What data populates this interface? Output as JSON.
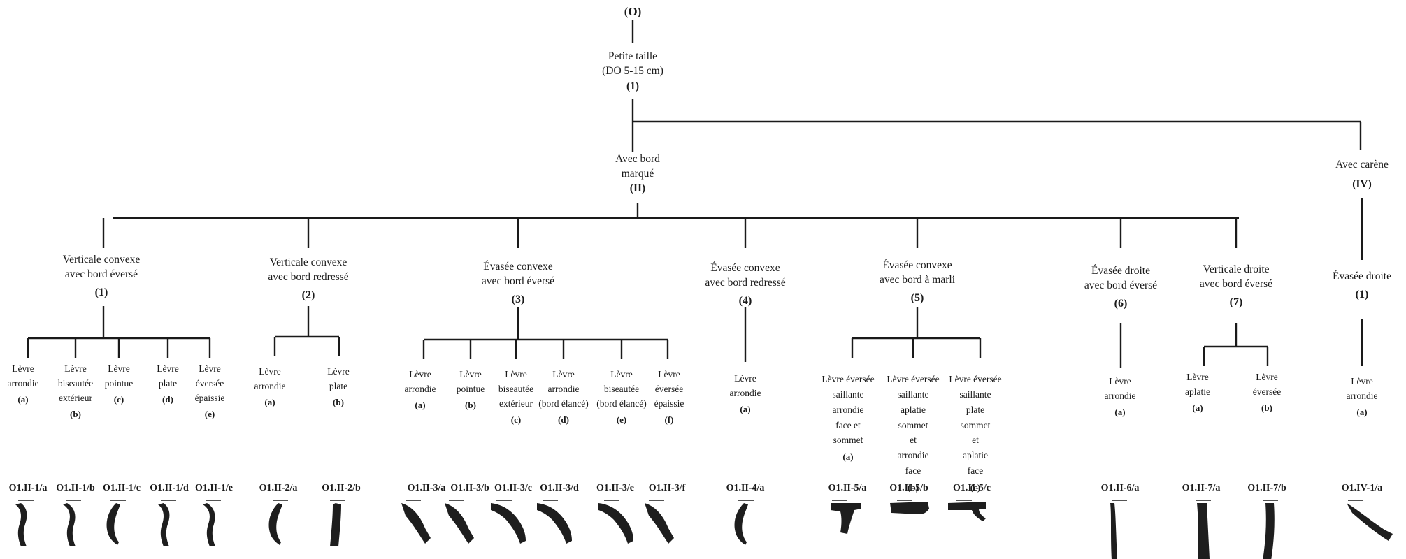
{
  "root": {
    "code": "(O)"
  },
  "level1": {
    "lines": [
      "Petite taille",
      "(DO 5-15 cm)"
    ],
    "code": "(1)"
  },
  "groups": [
    {
      "id": "II",
      "lines": [
        "Avec bord",
        "marqué"
      ],
      "code": "(II)"
    },
    {
      "id": "IV",
      "lines": [
        "Avec carène"
      ],
      "code": "(IV)"
    }
  ],
  "branches": [
    {
      "lines": [
        "Verticale convexe",
        "avec bord éversé"
      ],
      "code": "(1)",
      "leaves": [
        {
          "lines": [
            "Lèvre",
            "arrondie"
          ],
          "code": "(a)",
          "ref": "O1.II-1/a"
        },
        {
          "lines": [
            "Lèvre",
            "biseautée",
            "extérieur"
          ],
          "code": "(b)",
          "ref": "O1.II-1/b"
        },
        {
          "lines": [
            "Lèvre",
            "pointue"
          ],
          "code": "(c)",
          "ref": "O1.II-1/c"
        },
        {
          "lines": [
            "Lèvre",
            "plate"
          ],
          "code": "(d)",
          "ref": "O1.II-1/d"
        },
        {
          "lines": [
            "Lèvre",
            "éversée",
            "épaissie"
          ],
          "code": "(e)",
          "ref": "O1.II-1/e"
        }
      ]
    },
    {
      "lines": [
        "Verticale convexe",
        "avec bord redressé"
      ],
      "code": "(2)",
      "leaves": [
        {
          "lines": [
            "Lèvre",
            "arrondie"
          ],
          "code": "(a)",
          "ref": "O1.II-2/a"
        },
        {
          "lines": [
            "Lèvre",
            "plate"
          ],
          "code": "(b)",
          "ref": "O1.II-2/b"
        }
      ]
    },
    {
      "lines": [
        "Évasée convexe",
        "avec bord éversé"
      ],
      "code": "(3)",
      "leaves": [
        {
          "lines": [
            "Lèvre",
            "arrondie"
          ],
          "code": "(a)",
          "ref": "O1.II-3/a"
        },
        {
          "lines": [
            "Lèvre",
            "pointue"
          ],
          "code": "(b)",
          "ref": "O1.II-3/b"
        },
        {
          "lines": [
            "Lèvre",
            "biseautée",
            "extérieur"
          ],
          "code": "(c)",
          "ref": "O1.II-3/c"
        },
        {
          "lines": [
            "Lèvre",
            "arrondie",
            "(bord élancé)"
          ],
          "code": "(d)",
          "ref": "O1.II-3/d"
        },
        {
          "lines": [
            "Lèvre",
            "biseautée",
            "(bord élancé)"
          ],
          "code": "(e)",
          "ref": "O1.II-3/e"
        },
        {
          "lines": [
            "Lèvre",
            "éversée",
            "épaissie"
          ],
          "code": "(f)",
          "ref": "O1.II-3/f"
        }
      ]
    },
    {
      "lines": [
        "Évasée convexe",
        "avec bord redressé"
      ],
      "code": "(4)",
      "leaves": [
        {
          "lines": [
            "Lèvre",
            "arrondie"
          ],
          "code": "(a)",
          "ref": "O1.II-4/a"
        }
      ]
    },
    {
      "lines": [
        "Évasée convexe",
        "avec bord à marli"
      ],
      "code": "(5)",
      "leaves": [
        {
          "lines": [
            "Lèvre éversée",
            "saillante",
            "arrondie",
            "face et",
            "sommet"
          ],
          "code": "(a)",
          "ref": "O1.II-5/a"
        },
        {
          "lines": [
            "Lèvre éversée",
            "saillante",
            "aplatie",
            "sommet",
            "et",
            "arrondie",
            "face"
          ],
          "code": "(b)",
          "ref": "O1.II-5/b"
        },
        {
          "lines": [
            "Lèvre éversée",
            "saillante",
            "plate",
            "sommet",
            "et",
            "aplatie",
            "face"
          ],
          "code": "(c)",
          "ref": "O1.II-5/c"
        }
      ]
    },
    {
      "lines": [
        "Évasée droite",
        "avec bord éversé"
      ],
      "code": "(6)",
      "leaves": [
        {
          "lines": [
            "Lèvre",
            "arrondie"
          ],
          "code": "(a)",
          "ref": "O1.II-6/a"
        }
      ]
    },
    {
      "lines": [
        "Verticale droite",
        "avec bord éversé"
      ],
      "code": "(7)",
      "leaves": [
        {
          "lines": [
            "Lèvre",
            "aplatie"
          ],
          "code": "(a)",
          "ref": "O1.II-7/a"
        },
        {
          "lines": [
            "Lèvre",
            "éversée"
          ],
          "code": "(b)",
          "ref": "O1.II-7/b"
        }
      ]
    },
    {
      "lines": [
        "Évasée droite"
      ],
      "code": "(1)",
      "leaves": [
        {
          "lines": [
            "Lèvre",
            "arrondie"
          ],
          "code": "(a)",
          "ref": "O1.IV-1/a"
        }
      ]
    }
  ]
}
